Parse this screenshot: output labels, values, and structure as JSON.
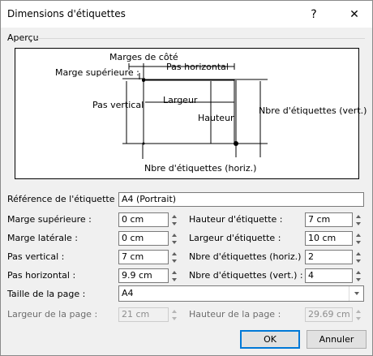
{
  "window": {
    "title": "Dimensions d'étiquettes",
    "help_glyph": "?",
    "close_glyph": "✕"
  },
  "preview": {
    "section_label": "Aperçu",
    "labels": {
      "side_margin": "Marges de côté",
      "top_margin": "Marge supérieure :",
      "horizontal_pitch": "Pas horizontal",
      "vertical_pitch": "Pas vertical",
      "width": "Largeur",
      "height": "Hauteur",
      "number_down": "Nbre d'étiquettes (vert.)",
      "number_across": "Nbre d'étiquettes (horiz.)"
    }
  },
  "form": {
    "label_name": {
      "label": "Référence de l'étiquette :",
      "value": "A4 (Portrait)"
    },
    "top_margin": {
      "label": "Marge supérieure :",
      "value": "0 cm"
    },
    "side_margin": {
      "label": "Marge latérale :",
      "value": "0 cm"
    },
    "vertical_pitch": {
      "label": "Pas vertical :",
      "value": "7 cm"
    },
    "horizontal_pitch": {
      "label": "Pas horizontal :",
      "value": "9.9 cm"
    },
    "label_height": {
      "label": "Hauteur d'étiquette :",
      "value": "7 cm"
    },
    "label_width": {
      "label": "Largeur d'étiquette :",
      "value": "10 cm"
    },
    "number_across": {
      "label": "Nbre d'étiquettes (horiz.) :",
      "value": "2"
    },
    "number_down": {
      "label": "Nbre d'étiquettes (vert.) :",
      "value": "4"
    },
    "page_size": {
      "label": "Taille de la page :",
      "value": "A4"
    },
    "page_width": {
      "label": "Largeur de la page :",
      "value": "21 cm"
    },
    "page_height": {
      "label": "Hauteur de la page :",
      "value": "29.69 cm"
    }
  },
  "buttons": {
    "ok": "OK",
    "cancel": "Annuler"
  }
}
